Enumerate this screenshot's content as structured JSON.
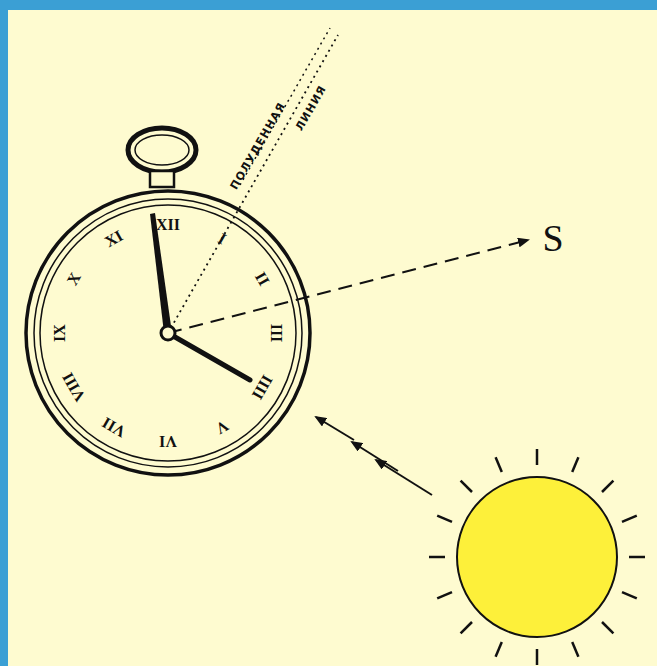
{
  "diagram": {
    "labels": [
      "XII",
      "I",
      "II",
      "III",
      "IIII",
      "V",
      "VI",
      "VII",
      "VIII",
      "IX",
      "X",
      "XI",
      "ПОЛУДЕННАЯ",
      "ЛИНИЯ",
      "S"
    ]
  }
}
